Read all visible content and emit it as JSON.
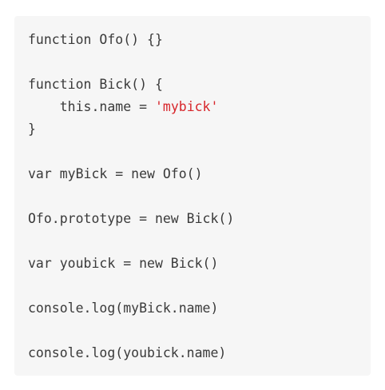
{
  "code": {
    "lines": [
      {
        "text": "function Ofo() {}"
      },
      {
        "text": ""
      },
      {
        "text": "function Bick() {"
      },
      {
        "text": "    this.name = ",
        "string": "'mybick'"
      },
      {
        "text": "}"
      },
      {
        "text": ""
      },
      {
        "text": "var myBick = new Ofo()"
      },
      {
        "text": ""
      },
      {
        "text": "Ofo.prototype = new Bick()"
      },
      {
        "text": ""
      },
      {
        "text": "var youbick = new Bick()"
      },
      {
        "text": ""
      },
      {
        "text": "console.log(myBick.name)"
      },
      {
        "text": ""
      },
      {
        "text": "console.log(youbick.name)"
      }
    ]
  },
  "colors": {
    "background": "#f6f6f6",
    "text": "#3a3a3a",
    "string": "#d7262b"
  }
}
